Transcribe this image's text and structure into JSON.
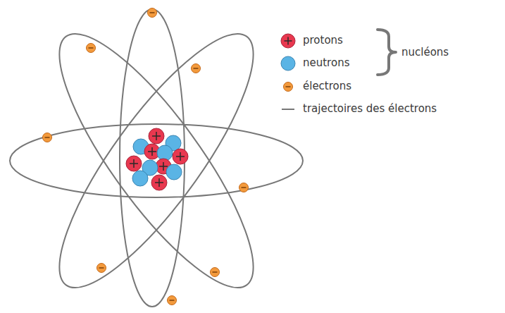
{
  "diagram": {
    "labels": [
      "nucléons"
    ],
    "legend": [
      {
        "text": "protons",
        "color": "#e8384f"
      },
      {
        "text": "neutrons",
        "color": "#5ab4e5"
      },
      {
        "text": "électrons",
        "color": "#f39a3c"
      },
      {
        "text": "trajectoires des électrons"
      }
    ]
  }
}
